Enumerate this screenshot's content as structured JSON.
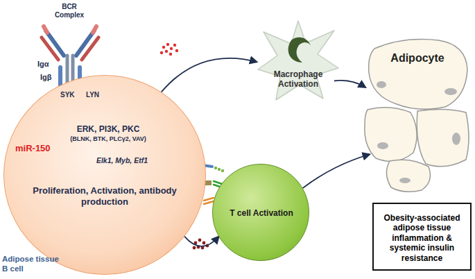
{
  "diagram": {
    "nodes": [
      {
        "text": [
          "ERK, PI3K, PKC",
          "(BLNK, BTK, PLCγ2, VAV)",
          "Elk1, Myb, Etf1",
          "Proliferation, Activation, antibody production",
          "Adipose tissue B cell"
        ]
      },
      {
        "text": [
          "Macrophage Activation"
        ]
      },
      {
        "text": [
          "T cell Activation"
        ]
      },
      {
        "text": [
          "Adipocyte"
        ]
      },
      {
        "text": [
          "Obesity-associated adipose tissue inflammation & systemic insulin resistance"
        ]
      }
    ],
    "edges": [
      {
        "from": 0,
        "to": 1,
        "arrow": "to"
      },
      {
        "from": 0,
        "to": 2,
        "arrow": "to"
      },
      {
        "from": 1,
        "to": 3,
        "arrow": "to"
      },
      {
        "from": 2,
        "to": 3,
        "arrow": "to"
      }
    ],
    "labels": [
      "BCR Complex",
      "Igα",
      "Igβ",
      "SYK",
      "LYN",
      "miR-150"
    ]
  }
}
